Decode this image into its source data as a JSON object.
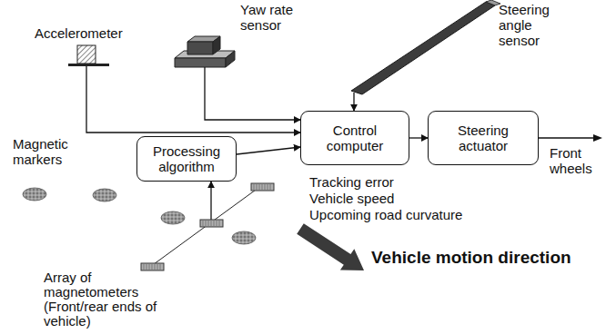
{
  "diagram": {
    "nodes": [
      {
        "text": [
          "Accelerometer"
        ]
      },
      {
        "text": [
          "Yaw rate sensor"
        ]
      },
      {
        "text": [
          "Steering angle sensor"
        ]
      },
      {
        "text": [
          "Control computer"
        ]
      },
      {
        "text": [
          "Steering actuator"
        ]
      },
      {
        "text": [
          "Processing algorithm"
        ]
      },
      {
        "text": [
          "Array of magnetometers (Front/rear ends of vehicle)"
        ]
      }
    ],
    "edges": [
      {
        "from": 0,
        "to": 3,
        "arrow": "to"
      },
      {
        "from": 1,
        "to": 3,
        "arrow": "to"
      },
      {
        "from": 2,
        "to": 3,
        "arrow": "to"
      },
      {
        "from": 3,
        "to": 4,
        "arrow": "to"
      },
      {
        "from": 5,
        "to": 3,
        "arrow": "to"
      },
      {
        "from": 6,
        "to": 5,
        "arrow": "to"
      }
    ],
    "labels": [
      "Magnetic markers",
      "Tracking error",
      "Vehicle speed",
      "Upcoming road curvature",
      "Front wheels",
      "Vehicle motion direction"
    ]
  }
}
